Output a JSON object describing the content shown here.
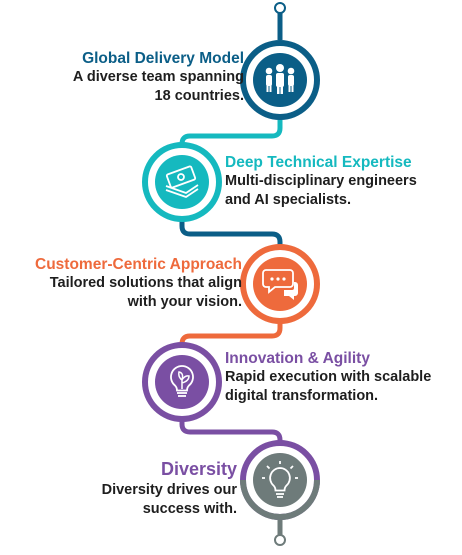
{
  "colors": {
    "blue": "#0b5e87",
    "teal": "#15b9bf",
    "orange": "#ee6a3c",
    "purple": "#7a4fa3",
    "gray": "#6e7b7a",
    "text": "#1e1e1e",
    "connector": "#0b5e87"
  },
  "steps": [
    {
      "title": "Global Delivery Model",
      "desc_lines": [
        "A diverse team spanning",
        "18 countries."
      ],
      "icon": "team-people-icon",
      "color": "#0b5e87"
    },
    {
      "title": "Deep Technical Expertise",
      "desc_lines": [
        "Multi-disciplinary engineers",
        "and AI specialists."
      ],
      "icon": "money-stack-icon",
      "color": "#15b9bf"
    },
    {
      "title": "Customer-Centric Approach",
      "desc_lines": [
        "Tailored solutions that align",
        "with your vision."
      ],
      "icon": "chat-bubbles-icon",
      "color": "#ee6a3c"
    },
    {
      "title": "Innovation & Agility",
      "desc_lines": [
        "Rapid execution with scalable",
        "digital transformation."
      ],
      "icon": "leaf-bulb-icon",
      "color": "#7a4fa3"
    },
    {
      "title": "Diversity",
      "desc_lines": [
        "Diversity drives our",
        "success with."
      ],
      "icon": "idea-bulb-icon",
      "color": "#6e7b7a"
    }
  ]
}
